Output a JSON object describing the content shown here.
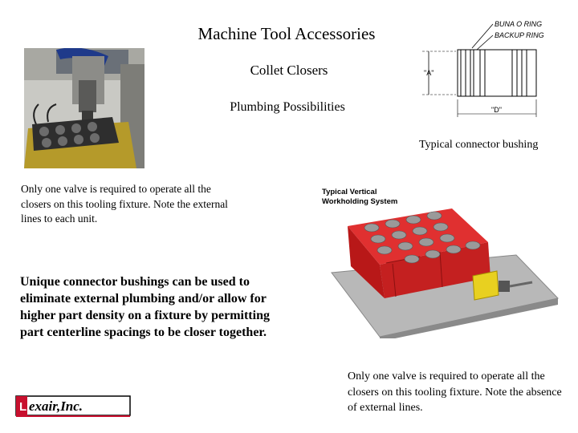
{
  "slide": {
    "title": "Machine Tool Accessories",
    "subtitle": "Collet Closers",
    "subtitle2": "Plumbing Possibilities",
    "caption_right": "Typical connector bushing",
    "note_left": "Only one valve is required to operate all the closers on this tooling fixture. Note the external lines to each unit.",
    "bold_note": "Unique connector bushings can be used to eliminate external plumbing and/or allow for higher part density on a fixture by permitting part centerline spacings to be closer together.",
    "note_bottom": "Only one valve is required to operate all the closers on this tooling fixture. Note the absence of external lines."
  },
  "drawing": {
    "label_o_ring": "BUNA O RING",
    "label_backup": "BACKUP RING",
    "label_a": "\"A\"",
    "label_d": "\"D\""
  },
  "fixture_image": {
    "label_line1": "Typical Vertical",
    "label_line2": "Workholding System"
  },
  "logo": {
    "text": "Lexair, Inc."
  },
  "colors": {
    "fixture_red": "#d42020",
    "logo_red": "#c8102e",
    "plate_gray": "#b8b8b8"
  }
}
